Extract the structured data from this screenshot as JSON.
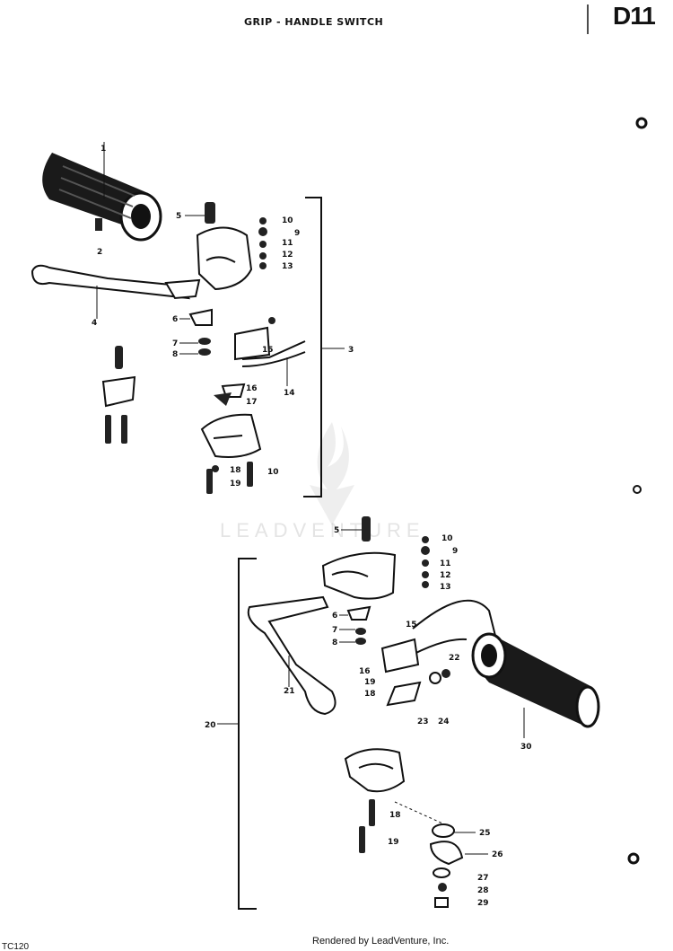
{
  "header": {
    "title": "GRIP - HANDLE SWITCH",
    "section_code": "D11"
  },
  "watermark": {
    "text": "LEADVENTURE"
  },
  "footer": {
    "rendered_by": "Rendered by LeadVenture, Inc.",
    "corner_code": "TC120"
  },
  "callouts": {
    "upper": [
      "1",
      "2",
      "5",
      "10",
      "9",
      "11",
      "12",
      "13",
      "4",
      "6",
      "7",
      "8",
      "15",
      "14",
      "3",
      "16",
      "17",
      "18",
      "19",
      "10"
    ],
    "lower": [
      "5",
      "10",
      "9",
      "11",
      "12",
      "13",
      "6",
      "7",
      "8",
      "15",
      "22",
      "21",
      "16",
      "19",
      "18",
      "23",
      "24",
      "30",
      "20",
      "18",
      "19",
      "25",
      "26",
      "27",
      "28",
      "29"
    ]
  },
  "colors": {
    "ink": "#111111",
    "watermark": "#e4e4e4"
  }
}
